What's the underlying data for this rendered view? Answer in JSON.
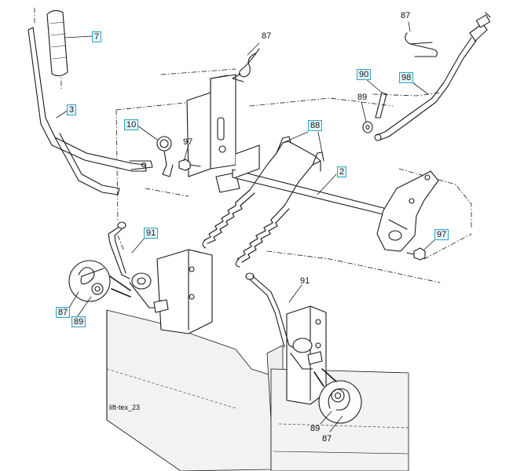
{
  "diagram": {
    "caption": "lift-tex_23",
    "callouts": [
      {
        "id": "c7",
        "text": "7",
        "boxed": true
      },
      {
        "id": "c87a",
        "text": "87",
        "boxed": false
      },
      {
        "id": "c87b",
        "text": "87",
        "boxed": false
      },
      {
        "id": "c3",
        "text": "3",
        "boxed": true
      },
      {
        "id": "c90",
        "text": "90",
        "boxed": true
      },
      {
        "id": "c98",
        "text": "98",
        "boxed": true
      },
      {
        "id": "c89a",
        "text": "89",
        "boxed": false
      },
      {
        "id": "c10",
        "text": "10",
        "boxed": true
      },
      {
        "id": "c97a",
        "text": "97",
        "boxed": false
      },
      {
        "id": "c88",
        "text": "88",
        "boxed": true
      },
      {
        "id": "c2",
        "text": "2",
        "boxed": true
      },
      {
        "id": "c91a",
        "text": "91",
        "boxed": true
      },
      {
        "id": "c97b",
        "text": "97",
        "boxed": true
      },
      {
        "id": "c87c",
        "text": "87",
        "boxed": true
      },
      {
        "id": "c89b",
        "text": "89",
        "boxed": true
      },
      {
        "id": "c91b",
        "text": "91",
        "boxed": false
      },
      {
        "id": "c89c",
        "text": "89",
        "boxed": false
      },
      {
        "id": "c87d",
        "text": "87",
        "boxed": false
      }
    ],
    "colors": {
      "line": "#1a1a1a",
      "callout_border": "#2aa6c4",
      "callout_fill": "#e6f6fb",
      "deck_shade": "#ececec"
    }
  }
}
